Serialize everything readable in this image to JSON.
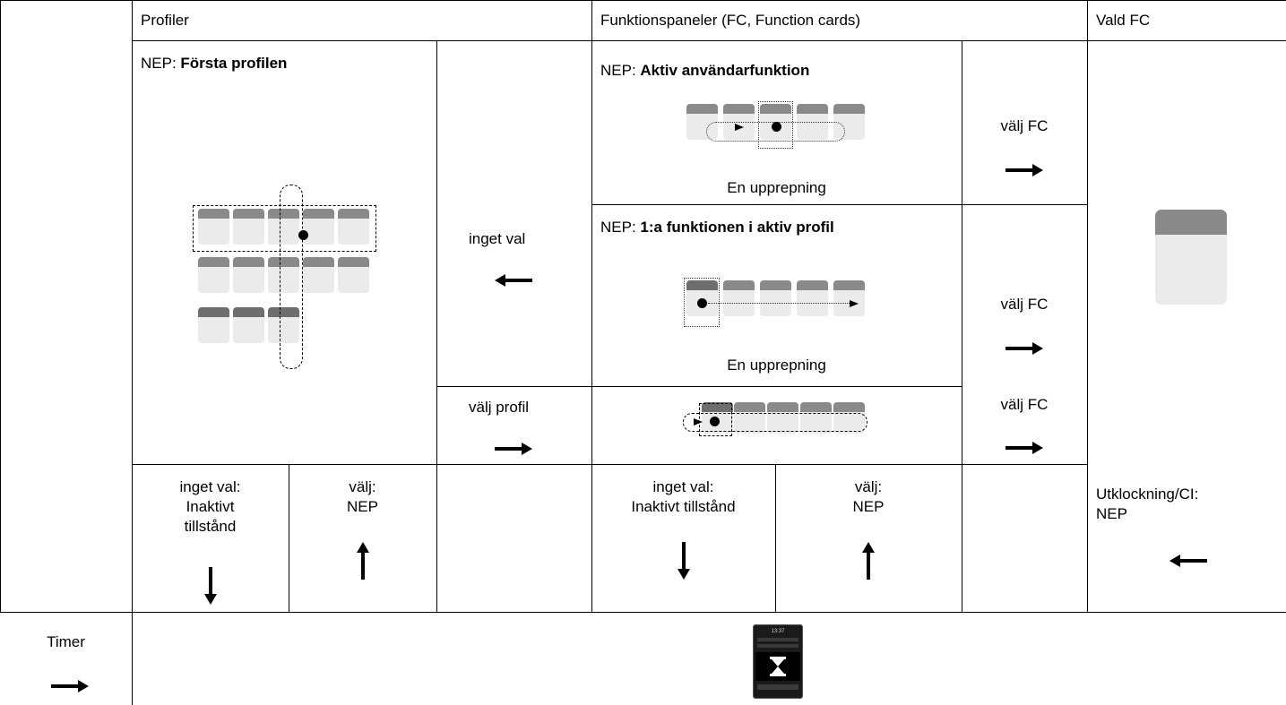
{
  "header": {
    "profiles": "Profiler",
    "function_cards": "Funktionspaneler (FC, Function cards)",
    "selected_fc": "Vald FC"
  },
  "profiles_cell": {
    "nep_prefix": "NEP: ",
    "nep_title": "Första profilen"
  },
  "middle": {
    "no_selection": "inget val",
    "select_profile": "välj profil"
  },
  "fc_rows": [
    {
      "nep_prefix": "NEP: ",
      "nep_title": "Aktiv användarfunktion",
      "caption": "En upprepning",
      "action": "välj FC"
    },
    {
      "nep_prefix": "NEP: ",
      "nep_title": "1:a funktionen i aktiv profil",
      "caption": "En upprepning",
      "action": "välj FC"
    },
    {
      "action": "välj FC"
    }
  ],
  "bottom_profiles": {
    "no_selection_line1": "inget val:",
    "no_selection_line2": "Inaktivt",
    "no_selection_line3": "tillstånd",
    "select_line1": "välj:",
    "select_line2": "NEP"
  },
  "bottom_fc": {
    "no_selection_line1": "inget val:",
    "no_selection_line2": "Inaktivt tillstånd",
    "select_line1": "välj:",
    "select_line2": "NEP"
  },
  "selected": {
    "checkout_line1": "Utklockning/CI:",
    "checkout_line2": "NEP"
  },
  "timer": {
    "label": "Timer",
    "screen_time": "13:37",
    "icon": "hourglass-icon"
  }
}
